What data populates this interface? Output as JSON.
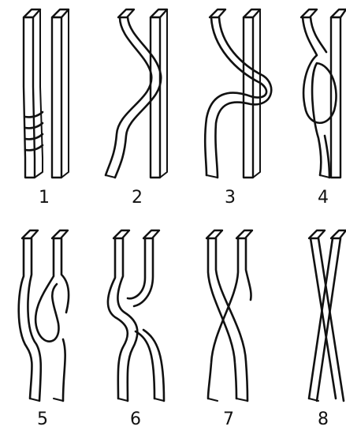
{
  "figure": {
    "panels": [
      {
        "label": "1"
      },
      {
        "label": "2"
      },
      {
        "label": "3"
      },
      {
        "label": "4"
      },
      {
        "label": "5"
      },
      {
        "label": "6"
      },
      {
        "label": "7"
      },
      {
        "label": "8"
      }
    ]
  }
}
